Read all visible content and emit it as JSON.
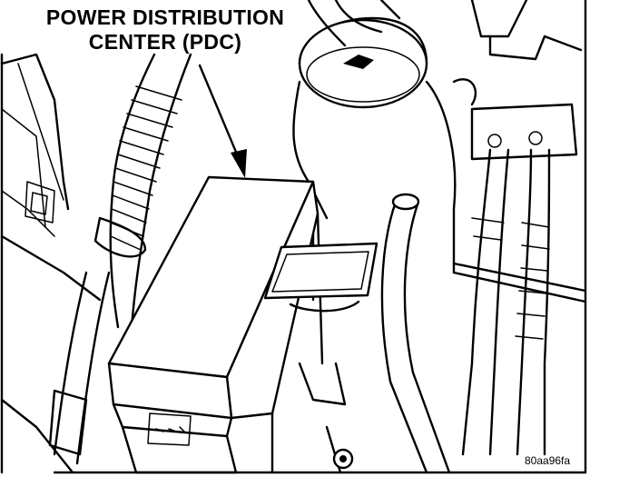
{
  "callout": {
    "line1": "POWER DISTRIBUTION",
    "line2": "CENTER (PDC)"
  },
  "figure_id": "80aa96fa"
}
